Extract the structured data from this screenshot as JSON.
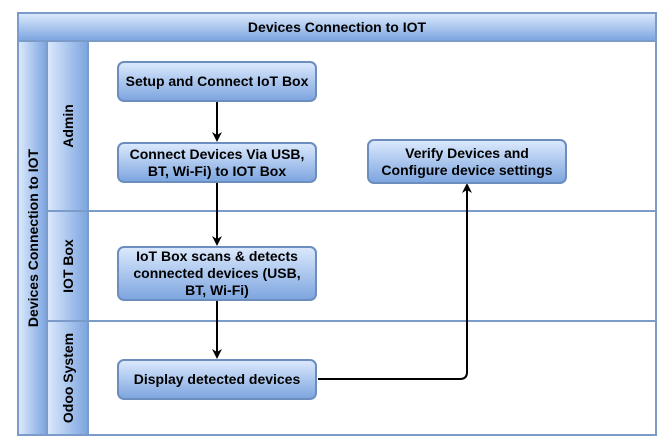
{
  "diagram": {
    "title": "Devices Connection to IOT",
    "pool_label": "Devices Connection to IOT",
    "lanes": [
      {
        "label": "Admin"
      },
      {
        "label": "IOT Box"
      },
      {
        "label": "Odoo System"
      }
    ],
    "steps": {
      "setup": "Setup and Connect IoT Box",
      "connect": "Connect Devices Via USB, BT, Wi-Fi) to IOT Box",
      "verify": "Verify Devices and Configure device settings",
      "scan": "IoT Box scans & detects connected devices (USB, BT, Wi-Fi)",
      "display": "Display detected devices"
    },
    "flows": [
      {
        "from": "Setup and Connect IoT Box",
        "to": "Connect Devices Via USB, BT, Wi-Fi) to IOT Box"
      },
      {
        "from": "Connect Devices Via USB, BT, Wi-Fi) to IOT Box",
        "to": "IoT Box scans & detects connected devices (USB, BT, Wi-Fi)"
      },
      {
        "from": "IoT Box scans & detects connected devices (USB, BT, Wi-Fi)",
        "to": "Display detected devices"
      },
      {
        "from": "Display detected devices",
        "to": "Verify Devices and Configure device settings"
      }
    ],
    "colors": {
      "border": "#7b9ccb",
      "box_border": "#6c8ebf",
      "fill_light": "#dae8fc",
      "fill_dark": "#7ea6e0"
    }
  }
}
